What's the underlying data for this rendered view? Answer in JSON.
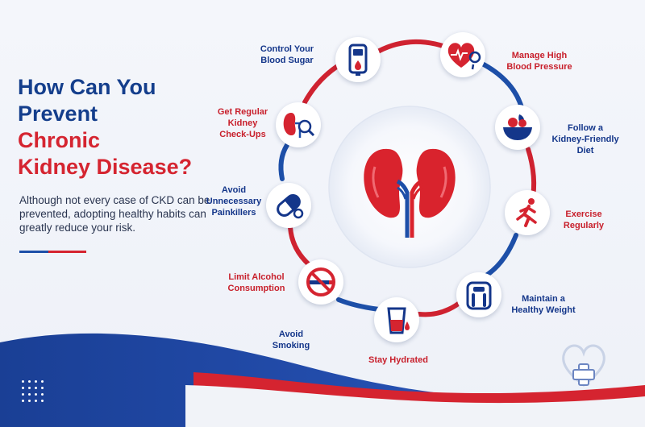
{
  "headline": {
    "line1": "How Can You",
    "line2": "Prevent",
    "line3": "Chronic",
    "line4": "Kidney Disease?"
  },
  "intro": "Although not every case of CKD can be prevented, adopting healthy habits can greatly reduce your risk.",
  "steps": [
    {
      "id": "blood-sugar",
      "lines": [
        "Control Your",
        "Blood Sugar"
      ],
      "icon": "glucose-meter-icon"
    },
    {
      "id": "blood-pressure",
      "lines": [
        "Manage High",
        "Blood Pressure"
      ],
      "icon": "blood-pressure-heart-icon"
    },
    {
      "id": "check-ups",
      "lines": [
        "Get Regular",
        "Kidney",
        "Check-Ups"
      ],
      "icon": "kidney-magnifier-icon"
    },
    {
      "id": "diet",
      "lines": [
        "Follow a",
        "Kidney-Friendly",
        "Diet"
      ],
      "icon": "salad-bowl-icon"
    },
    {
      "id": "painkillers",
      "lines": [
        "Avoid",
        "Unnecessary",
        "Painkillers"
      ],
      "icon": "pill-capsule-icon"
    },
    {
      "id": "exercise",
      "lines": [
        "Exercise",
        "Regularly"
      ],
      "icon": "running-person-icon"
    },
    {
      "id": "alcohol",
      "lines": [
        "Limit Alcohol",
        "Consumption"
      ],
      "icon": "no-smoking-icon"
    },
    {
      "id": "weight",
      "lines": [
        "Maintain a",
        "Healthy Weight"
      ],
      "icon": "weight-scale-icon"
    },
    {
      "id": "smoking",
      "lines": [
        "Avoid",
        "Smoking"
      ],
      "icon": ""
    },
    {
      "id": "hydrated",
      "lines": [
        "Stay Hydrated"
      ],
      "icon": "water-glass-icon"
    }
  ],
  "center_icon": "kidneys-icon",
  "corner_icon": "heart-plus-icon",
  "colors": {
    "navy": "#14368a",
    "red": "#d52430",
    "blue": "#1d4fa8"
  }
}
